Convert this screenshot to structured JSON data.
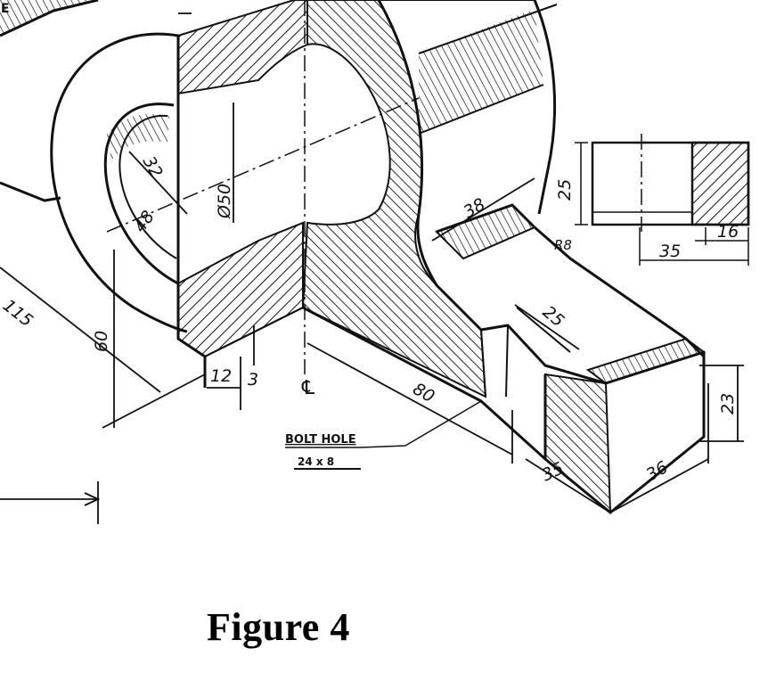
{
  "figure": {
    "caption": "Figure 4"
  },
  "dimensions": {
    "d115": "115",
    "d60": "60",
    "d12": "12",
    "d3": "3",
    "d32": "32",
    "d48": "48",
    "d50": "Ø50",
    "d38": "38",
    "d80": "80",
    "d25_slot": "25",
    "d35_base": "35",
    "d36": "36",
    "d23_right": "23",
    "d25_inset": "25",
    "d35_inset": "35",
    "d16_inset": "16",
    "r8": "R8"
  },
  "labels": {
    "bolt_hole_line1": "BOLT HOLE",
    "bolt_hole_line2": "24 x 8",
    "centerline": "℄",
    "corner_mark": "E"
  },
  "colors": {
    "ink": "#111111",
    "paper": "#ffffff"
  }
}
